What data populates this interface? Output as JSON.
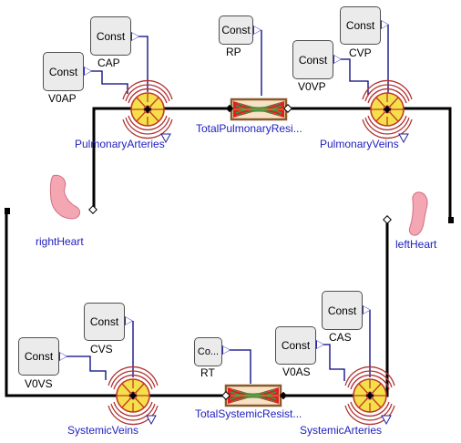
{
  "const_blocks": [
    {
      "text": "Const",
      "param": "CAP"
    },
    {
      "text": "Const",
      "param": "V0AP"
    },
    {
      "text": "Const",
      "param": "RP"
    },
    {
      "text": "Const",
      "param": "CVP"
    },
    {
      "text": "Const",
      "param": "V0VP"
    },
    {
      "text": "Const",
      "param": "CVS"
    },
    {
      "text": "Const",
      "param": "V0VS"
    },
    {
      "text": "Co...",
      "param": "RT"
    },
    {
      "text": "Const",
      "param": "CAS"
    },
    {
      "text": "Const",
      "param": "V0AS"
    }
  ],
  "components": {
    "pulmonary_arteries": "PulmonaryArteries",
    "total_pulmonary_resistance": "TotalPulmonaryResi...",
    "pulmonary_veins": "PulmonaryVeins",
    "right_heart": "rightHeart",
    "left_heart": "leftHeart",
    "systemic_veins": "SystemicVeins",
    "total_systemic_resistance": "TotalSystemicResist...",
    "systemic_arteries": "SystemicArteries"
  },
  "colors": {
    "wire": "#000000",
    "signal": "#000080",
    "label_blue": "#2020c0",
    "heart": "#f4a6b2",
    "compliance_fill": "#f5e04a",
    "compliance_ring": "#b03030",
    "resistor_red": "#e02020",
    "resistor_green": "#2e9e4a"
  }
}
